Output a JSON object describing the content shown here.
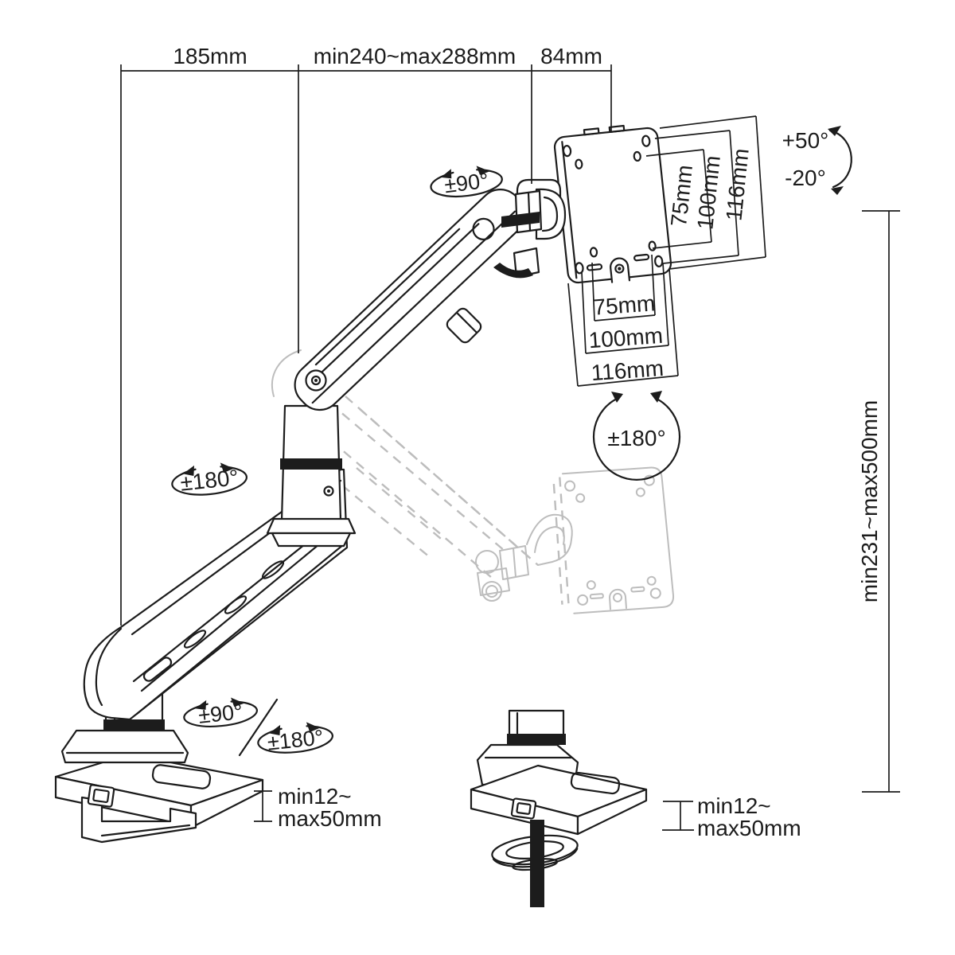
{
  "diagram_title": "monitor-arm-technical-drawing",
  "colors": {
    "line": "#1c1c1c",
    "ghost": "#bdbdbd",
    "background": "#ffffff"
  },
  "labels": {
    "top_arm1": "185mm",
    "top_arm2": "min240~max288mm",
    "top_head": "84mm",
    "tilt_up": "+50°",
    "tilt_down": "-20°",
    "pivot_90": "±90°",
    "side_75": "75mm",
    "side_100": "100mm",
    "side_116": "116mm",
    "bottom_75": "75mm",
    "bottom_100": "100mm",
    "bottom_116": "116mm",
    "plate_180": "±180°",
    "elbow_180": "±180°",
    "height_range": "min231~max500mm",
    "base_90": "±90°",
    "base_180": "±180°",
    "clamp_min": "min12~",
    "clamp_max": "max50mm",
    "grommet_min": "min12~",
    "grommet_max": "max50mm"
  }
}
